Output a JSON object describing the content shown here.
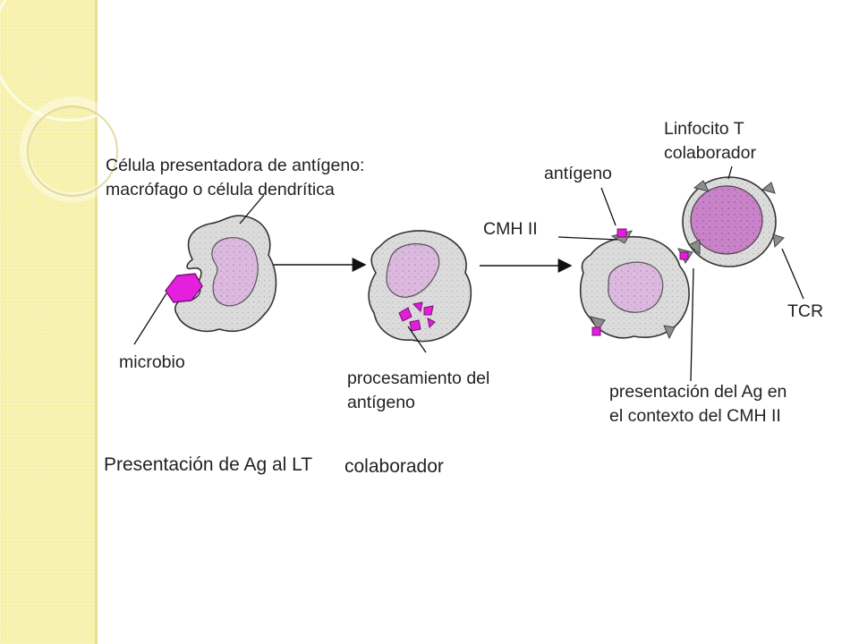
{
  "labels": {
    "apc_line1": "Célula presentadora de antígeno:",
    "apc_line2": "macrófago o célula dendrítica",
    "microbe": "microbio",
    "processing_line1": "procesamiento del",
    "processing_line2": "antígeno",
    "antigen": "antígeno",
    "mhc": "CMH  II",
    "lymphocyte_line1": "Linfocito T",
    "lymphocyte_line2": "colaborador",
    "tcr": "TCR",
    "presentation_line1": "presentación del Ag en",
    "presentation_line2": "el contexto del CMH II"
  },
  "caption": {
    "part1": "Presentación de Ag al LT",
    "part2": "colaborador"
  },
  "colors": {
    "band": "#f6f0a8",
    "cell_fill": "#e2e2e2",
    "nucleus_fill": "#d9b4db",
    "lymph_nucleus_fill": "#c97fc8",
    "antigen_magenta": "#e020d8",
    "receptor_gray": "#8d8d8d"
  }
}
